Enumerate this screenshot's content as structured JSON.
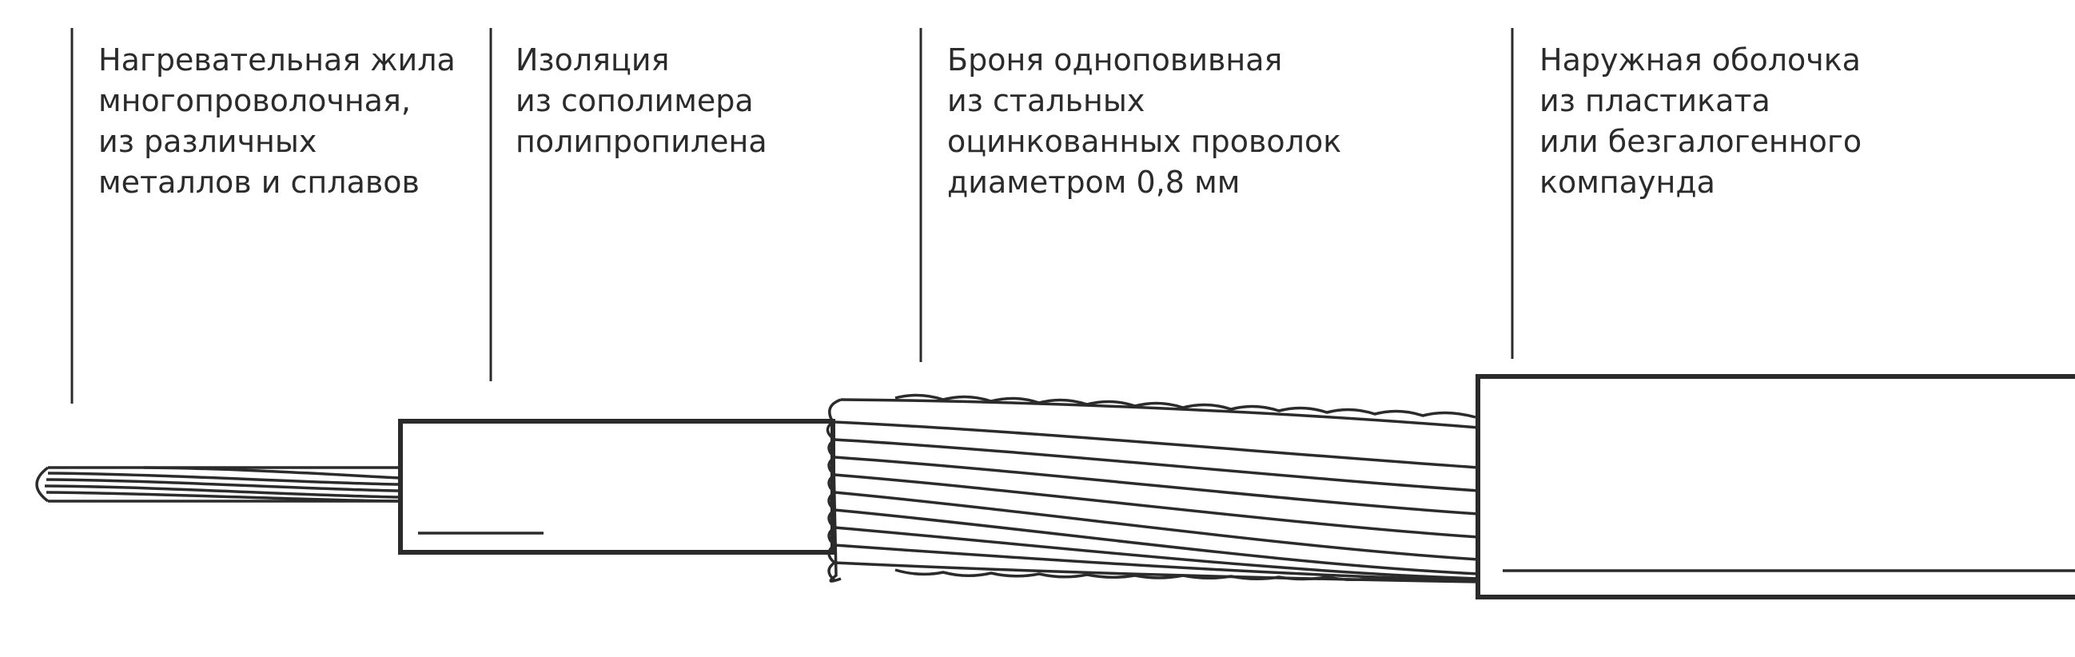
{
  "labels": [
    {
      "lines": [
        "Нагревательная жила",
        "многопроволочная,",
        "из различных",
        "металлов и сплавов"
      ]
    },
    {
      "lines": [
        "Изоляция",
        "из сополимера",
        "полипропилена"
      ]
    },
    {
      "lines": [
        "Броня одноповивная",
        "из стальных",
        "оцинкованных проволок",
        "диаметром 0,8 мм"
      ]
    },
    {
      "lines": [
        "Наружная оболочка",
        "из пластиката",
        "или безгалогенного",
        "компаунда"
      ]
    }
  ],
  "colors": {
    "stroke": "#2b2b2b",
    "text": "#2b2b2b",
    "background": "#ffffff"
  }
}
